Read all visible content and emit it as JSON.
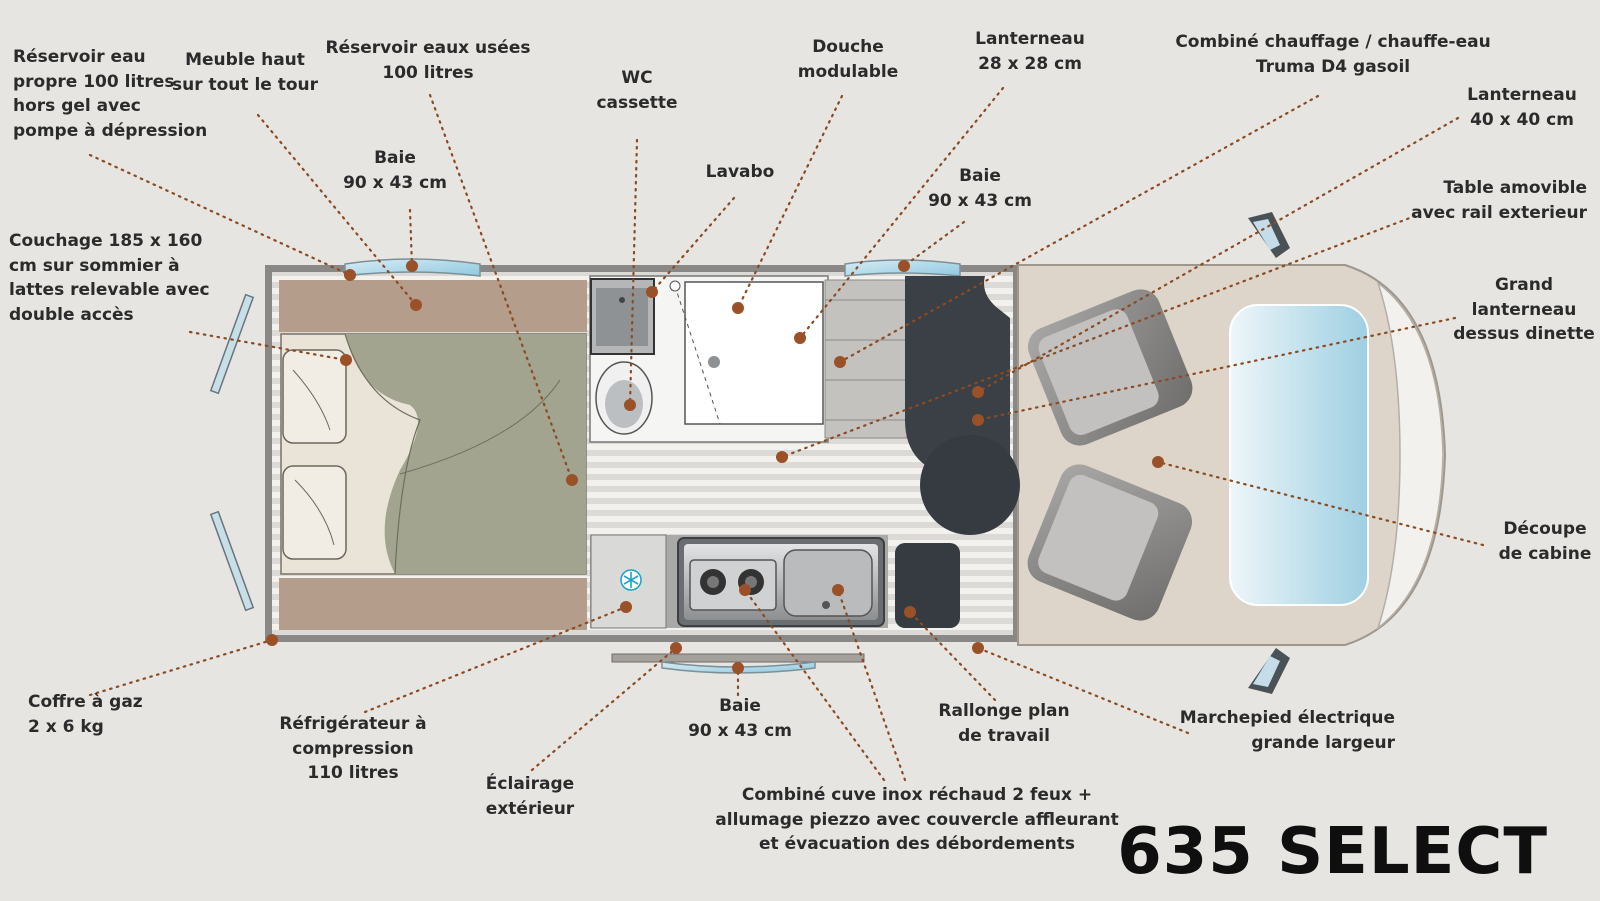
{
  "model_title": "635 SELECT",
  "labels": {
    "reservoir_eau": [
      "Réservoir eau",
      "propre 100 litres",
      "hors gel avec",
      "pompe à dépression"
    ],
    "meuble_haut": [
      "Meuble haut",
      "sur tout le tour"
    ],
    "reservoir_usees": [
      "Réservoir eaux usées",
      "100 litres"
    ],
    "wc": [
      "WC",
      "cassette"
    ],
    "douche": [
      "Douche",
      "modulable"
    ],
    "lanterneau_28": [
      "Lanterneau",
      "28 x 28 cm"
    ],
    "combine_chauffage": [
      "Combiné chauffage / chauffe-eau",
      "Truma D4 gasoil"
    ],
    "lanterneau_40": [
      "Lanterneau",
      "40 x 40 cm"
    ],
    "baie_left": [
      "Baie",
      "90 x 43 cm"
    ],
    "lavabo": [
      "Lavabo"
    ],
    "baie_mid": [
      "Baie",
      "90 x 43 cm"
    ],
    "table_amovible": [
      "Table amovible",
      "avec rail exterieur"
    ],
    "couchage": [
      "Couchage 185 x 160",
      "cm sur sommier à",
      "lattes relevable avec",
      "double accès"
    ],
    "grand_lanterneau": [
      "Grand",
      "lanterneau",
      "dessus dinette"
    ],
    "decoupe_cabine": [
      "Découpe",
      "de cabine"
    ],
    "coffre_gaz": [
      "Coffre à gaz",
      "2 x 6 kg"
    ],
    "refrigerateur": [
      "Réfrigérateur à",
      "compression",
      "110 litres"
    ],
    "eclairage": [
      "Éclairage",
      "extérieur"
    ],
    "baie_bottom": [
      "Baie",
      "90 x 43 cm"
    ],
    "rallonge": [
      "Rallonge plan",
      "de travail"
    ],
    "marchepied": [
      "Marchepied électrique",
      "grande largeur"
    ],
    "combine_cuve": [
      "Combiné cuve inox réchaud 2 feux +",
      "allumage piezzo avec couvercle affleurant",
      "et évacuation des débordements"
    ]
  },
  "colors": {
    "background": "#e6e5e1",
    "leader": "#8b4a22",
    "dot": "#9a5128",
    "floor": "#d8d6d2",
    "cabin": "#ddd3c6",
    "bed": "#a6a48f",
    "dinette": "#3a4045",
    "window": "#b5d8e8",
    "title": "#0f0f0f"
  },
  "icons": [
    "snowflake-icon",
    "burner-icon",
    "sink-icon",
    "wc-icon",
    "shower-drain-icon"
  ]
}
